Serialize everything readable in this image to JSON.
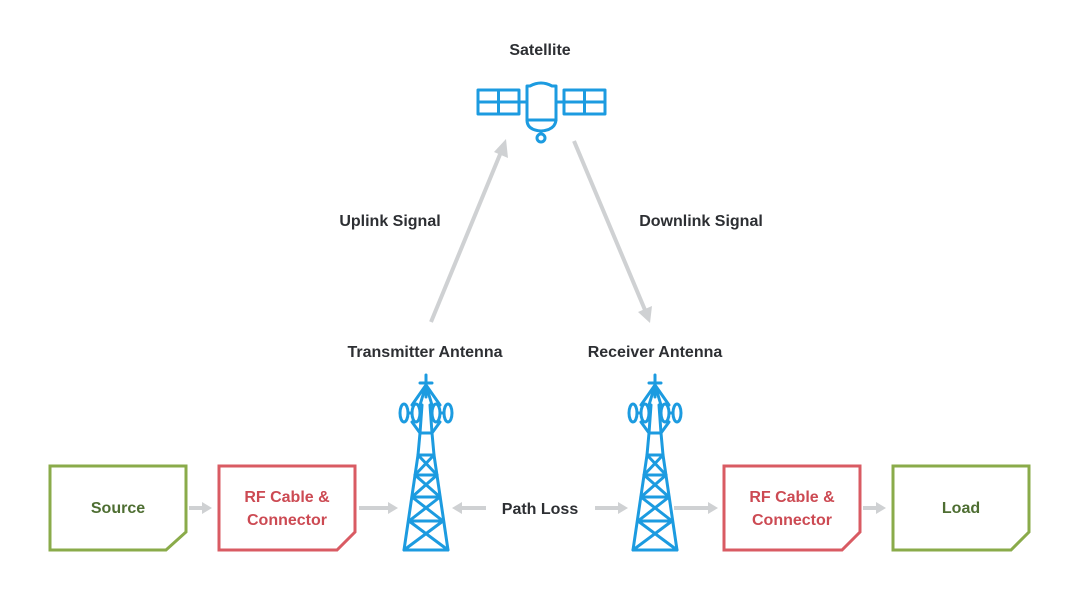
{
  "labels": {
    "satellite": "Satellite",
    "uplink": "Uplink Signal",
    "downlink": "Downlink Signal",
    "transmitter": "Transmitter Antenna",
    "receiver": "Receiver Antenna",
    "path_loss": "Path Loss"
  },
  "boxes": {
    "source": {
      "label": "Source"
    },
    "rf_left": {
      "line1": "RF Cable &",
      "line2": "Connector"
    },
    "rf_right": {
      "line1": "RF Cable &",
      "line2": "Connector"
    },
    "load": {
      "label": "Load"
    }
  },
  "icons": {
    "satellite": "satellite-icon",
    "tower_left": "antenna-tower-icon",
    "tower_right": "antenna-tower-icon"
  },
  "colors": {
    "icon_blue": "#1c9be0",
    "green_border": "#8aab4a",
    "green_text": "#4e6e32",
    "red_border": "#d95b63",
    "red_text": "#cc4a53",
    "arrow_gray": "#cfd1d3",
    "label_dark": "#2d2f33"
  }
}
